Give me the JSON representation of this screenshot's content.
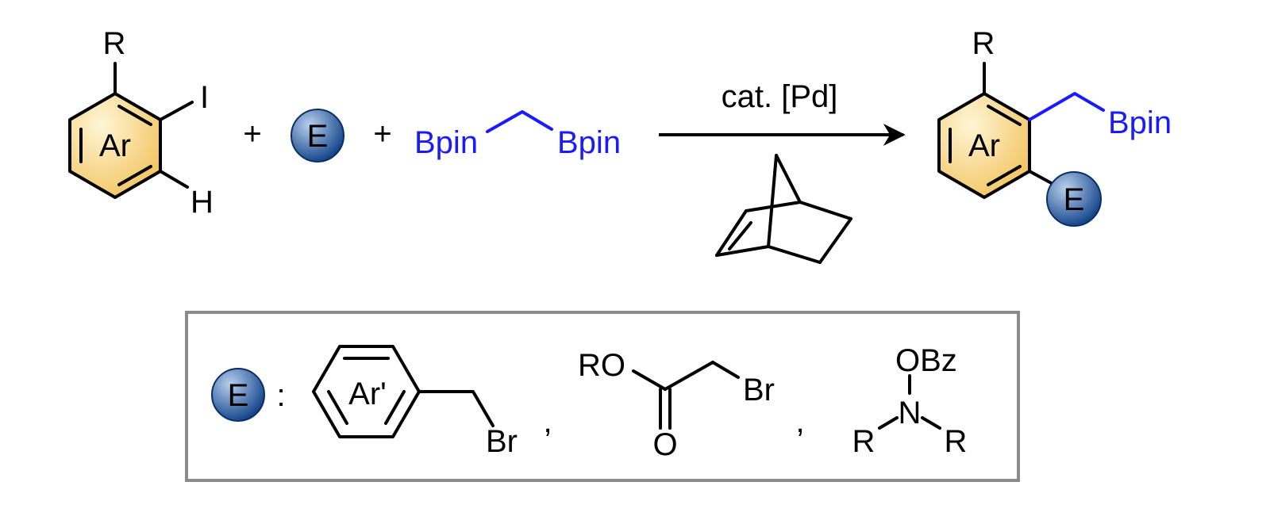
{
  "colors": {
    "bond": "#000000",
    "boronate": "#1a1aff",
    "ring_light": "#fff6d6",
    "ring_dark": "#f2c25c",
    "ball_light": "#b9d0ee",
    "ball_dark": "#0d3f86",
    "ar_prime_fill": "#6e90d2",
    "frame": "#8a8a8a"
  },
  "reactant_aryl": {
    "ring_label": "Ar",
    "substituent_r": "R",
    "iodide": "I",
    "hydrogen": "H"
  },
  "plus_1": "+",
  "plus_2": "+",
  "electrophile_ball": {
    "label": "E"
  },
  "diboryl": {
    "left": "Bpin",
    "right": "Bpin"
  },
  "arrow": {
    "conditions": "cat. [Pd]"
  },
  "product": {
    "ring_label": "Ar",
    "substituent_r": "R",
    "boronate": "Bpin",
    "electrophile": "E"
  },
  "legend": {
    "ball_label": "E",
    "colon": ":",
    "benzyl": {
      "ring_label": "Ar'",
      "halide": "Br"
    },
    "comma_1": ",",
    "ester": {
      "ro": "RO",
      "halide": "Br",
      "carbonyl_o": "O"
    },
    "comma_2": ",",
    "amine": {
      "obz": "OBz",
      "n": "N",
      "r_left": "R",
      "r_right": "R"
    }
  }
}
